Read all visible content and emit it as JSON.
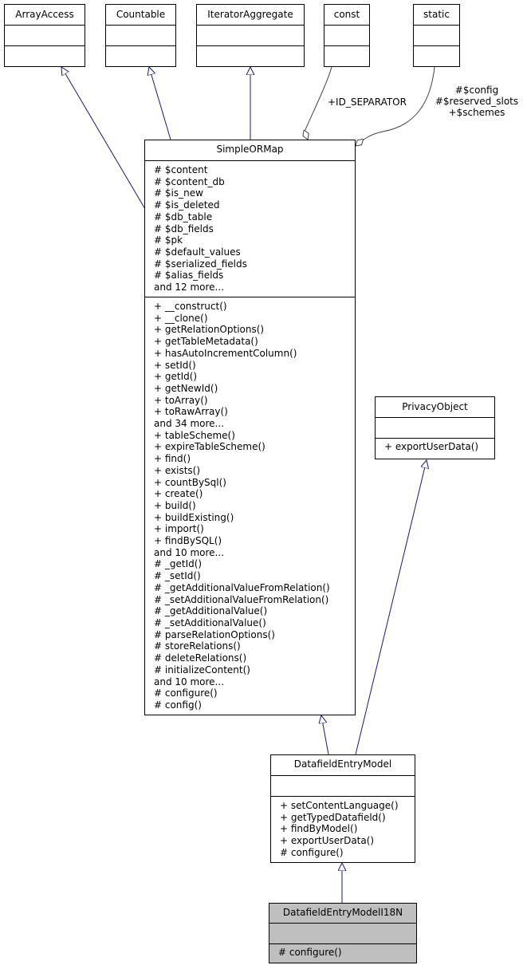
{
  "classes": {
    "array_access": {
      "name": "ArrayAccess"
    },
    "countable": {
      "name": "Countable"
    },
    "iterator_aggregate": {
      "name": "IteratorAggregate"
    },
    "const": {
      "name": "const"
    },
    "static": {
      "name": "static"
    },
    "simple_orm_map": {
      "name": "SimpleORMap",
      "attributes": [
        "# $content",
        "# $content_db",
        "# $is_new",
        "# $is_deleted",
        "# $db_table",
        "# $db_fields",
        "# $pk",
        "# $default_values",
        "# $serialized_fields",
        "# $alias_fields",
        "and 12 more..."
      ],
      "methods": [
        "+ __construct()",
        "+ __clone()",
        "+ getRelationOptions()",
        "+ getTableMetadata()",
        "+ hasAutoIncrementColumn()",
        "+ setId()",
        "+ getId()",
        "+ getNewId()",
        "+ toArray()",
        "+ toRawArray()",
        "and 34 more...",
        "+ tableScheme()",
        "+ expireTableScheme()",
        "+ find()",
        "+ exists()",
        "+ countBySql()",
        "+ create()",
        "+ build()",
        "+ buildExisting()",
        "+ import()",
        "+ findBySQL()",
        "and 10 more...",
        "# _getId()",
        "# _setId()",
        "# _getAdditionalValueFromRelation()",
        "# _setAdditionalValueFromRelation()",
        "# _getAdditionalValue()",
        "# _setAdditionalValue()",
        "# parseRelationOptions()",
        "# storeRelations()",
        "# deleteRelations()",
        "# initializeContent()",
        "and 10 more...",
        "# configure()",
        "# config()"
      ]
    },
    "privacy_object": {
      "name": "PrivacyObject",
      "methods": [
        "+ exportUserData()"
      ]
    },
    "datafield_entry_model": {
      "name": "DatafieldEntryModel",
      "methods": [
        "+ setContentLanguage()",
        "+ getTypedDatafield()",
        "+ findByModel()",
        "+ exportUserData()",
        "# configure()"
      ]
    },
    "datafield_entry_model_i18n": {
      "name": "DatafieldEntryModelI18N",
      "methods": [
        "# configure()"
      ]
    }
  },
  "edge_labels": {
    "const_label": "+ID_SEPARATOR",
    "static_label": [
      "#$config",
      "#$reserved_slots",
      "+$schemes"
    ]
  },
  "colors": {
    "inherit_edge": "#191970",
    "use_edge": "#404040",
    "highlight_fill": "#bfbfbf"
  }
}
